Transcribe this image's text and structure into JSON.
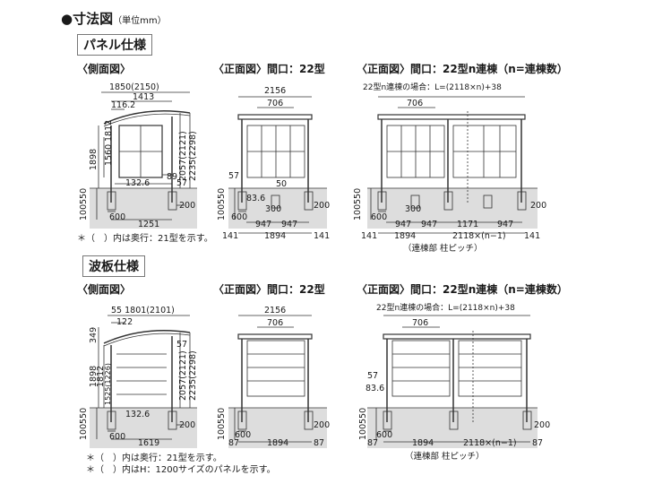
{
  "header": {
    "title": "●寸法図",
    "unit": "（単位mm）"
  },
  "panel": {
    "section_title": "パネル仕様",
    "side_title": "〈側面図〉",
    "front_title": "〈正面図〉間口：22型",
    "multi_title": "〈正面図〉間口：22型n連棟（n=連棟数）",
    "side_dims": {
      "top_width": "1850(2150)",
      "roof_width": "1413",
      "overhang": "116.2",
      "h_1898": "1898",
      "h_1560": "1560",
      "h_1812": "1812",
      "h_2057": "2057(2121)",
      "h_2235": "2235(2298)",
      "d_89": "89",
      "d_57": "57",
      "d_132": "132.6",
      "d_100_550": "100",
      "d_550": "550",
      "d_600": "600",
      "d_1251": "1251",
      "d_200": "200"
    },
    "front_dims": {
      "width": "2156",
      "inner": "706",
      "d_57": "57",
      "d_50": "50",
      "d_83": "83.6",
      "d_300": "300",
      "d_600": "600",
      "d_947a": "947",
      "d_947b": "947",
      "d_200": "200",
      "d_141a": "141",
      "d_1894": "1894",
      "d_141b": "141",
      "d_100": "100",
      "d_550": "550"
    },
    "multi_dims": {
      "formula": "22型n連棟の場合：L=(2118×n)+38",
      "inner": "706",
      "d_300": "300",
      "d_600": "600",
      "d_947a": "947",
      "d_947b": "947",
      "d_1171": "1171",
      "d_947c": "947",
      "d_200": "200",
      "d_141a": "141",
      "d_1894": "1894",
      "d_2118": "2118×(n−1)",
      "d_141b": "141",
      "d_100": "100",
      "d_550": "550",
      "pitch_note": "（連棟部 柱ピッチ）"
    },
    "note": "＊（　）内は奥行：21型を示す。"
  },
  "corrugated": {
    "section_title": "波板仕様",
    "side_title": "〈側面図〉",
    "front_title": "〈正面図〉間口：22型",
    "multi_title": "〈正面図〉間口：22型n連棟（n=連棟数）",
    "side_dims": {
      "top": "55  1801(2101)",
      "d_122": "122",
      "h_349": "349",
      "h_1898": "1898",
      "h_1812": "1812",
      "h_1525": "1525(1226)",
      "h_2057": "2057(2121)",
      "h_2235": "2235(2298)",
      "d_57": "57",
      "d_132": "132.6",
      "d_100": "100",
      "d_550": "550",
      "d_600": "600",
      "d_1619": "1619",
      "d_200": "200"
    },
    "front_dims": {
      "width": "2156",
      "inner": "706",
      "d_200": "200",
      "d_600": "600",
      "d_87a": "87",
      "d_1894": "1894",
      "d_87b": "87",
      "d_100": "100",
      "d_550": "550"
    },
    "multi_dims": {
      "formula": "22型n連棟の場合：L=(2118×n)+38",
      "inner": "706",
      "d_57": "57",
      "d_83": "83.6",
      "d_200": "200",
      "d_600": "600",
      "d_87a": "87",
      "d_1894": "1894",
      "d_2118": "2118×(n−1)",
      "d_87b": "87",
      "d_100": "100",
      "d_550": "550",
      "pitch_note": "（連棟部 柱ピッチ）"
    },
    "notes": [
      "＊（　）内は奥行：21型を示す。",
      "＊（　）内はH：1200サイズのパネルを示す。"
    ]
  }
}
